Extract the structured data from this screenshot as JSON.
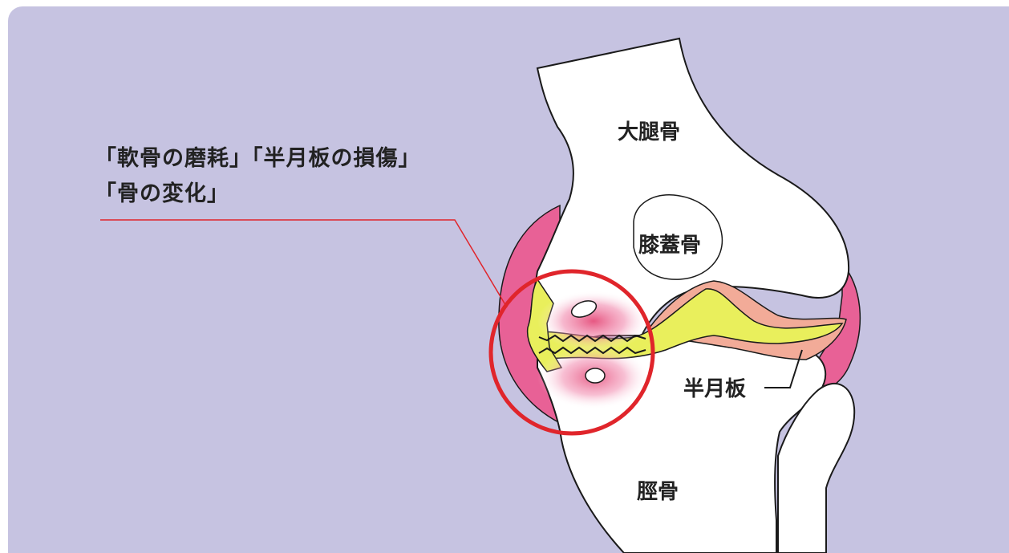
{
  "caption": {
    "line1": "「軟骨の磨耗」「半月板の損傷」",
    "line2": "「骨の変化」"
  },
  "labels": {
    "femur": "大腿骨",
    "patella": "膝蓋骨",
    "meniscus": "半月板",
    "tibia": "脛骨"
  },
  "colors": {
    "background": "#c6c3e1",
    "highlight_circle": "#e0252b",
    "cartilage": "#e9ef5c",
    "meniscus": "#f2ab98",
    "synovium": "#e86196"
  }
}
